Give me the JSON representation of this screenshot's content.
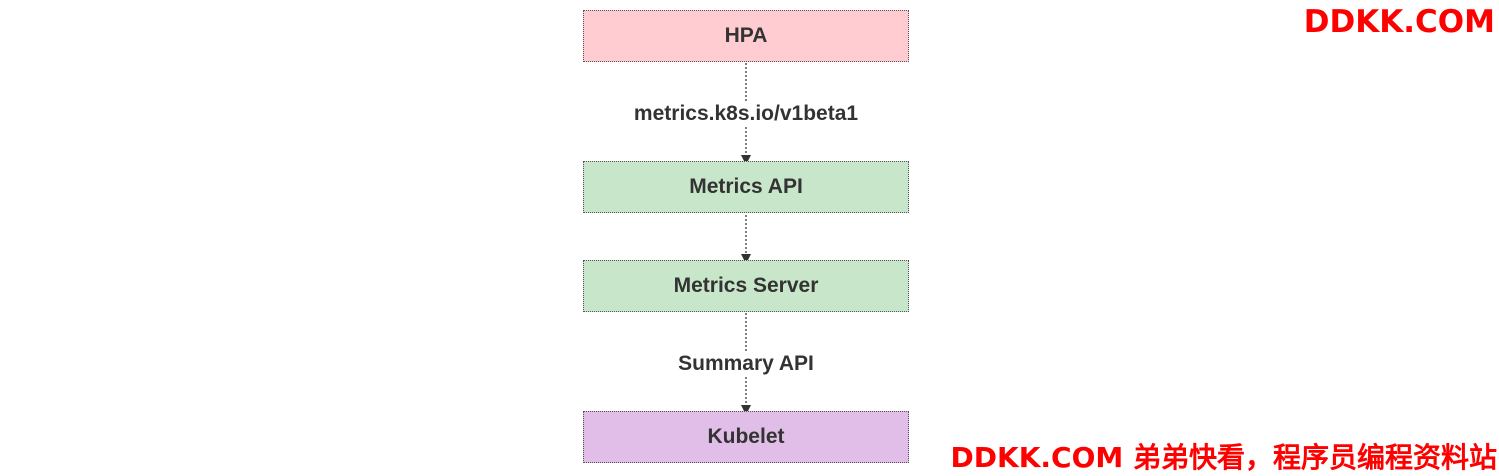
{
  "diagram": {
    "nodes": {
      "hpa": {
        "label": "HPA",
        "fill": "#ffccd1"
      },
      "metrics_api": {
        "label": "Metrics API",
        "fill": "#c8e6c9"
      },
      "metrics_server": {
        "label": "Metrics Server",
        "fill": "#c8e6c9"
      },
      "kubelet": {
        "label": "Kubelet",
        "fill": "#e1bee7"
      }
    },
    "edges": {
      "hpa_to_metrics_api": "metrics.k8s.io/v1beta1",
      "metrics_server_to_kubelet": "Summary API"
    }
  },
  "watermarks": {
    "top_right": "DDKK.COM",
    "bottom_right": "DDKK.COM 弟弟快看，程序员编程资料站"
  },
  "colors": {
    "watermark": "#ff0000",
    "text": "#333333",
    "border": "#555555"
  }
}
